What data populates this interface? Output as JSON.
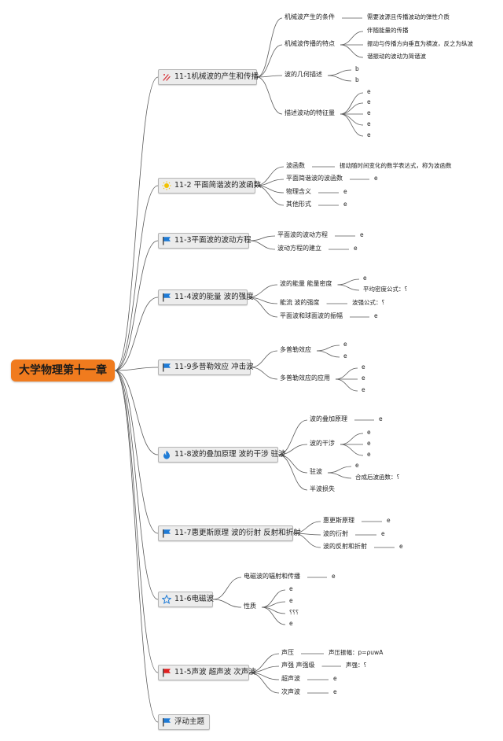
{
  "root": {
    "label": "大学物理第十一章"
  },
  "topics": [
    {
      "id": "t1",
      "label": "11-1机械波的产生和传播",
      "icon": "pencil-icon",
      "children": [
        {
          "id": "t1c1",
          "label": "机械波产生的条件",
          "leaves": [
            "需要波源且传播波动的弹性介质"
          ]
        },
        {
          "id": "t1c2",
          "label": "机械波传播的特点",
          "leaves": [
            "伴随能量的传播",
            "振动与传播方向垂直为横波，反之为纵波",
            "谐振动的波动为简谐波"
          ]
        },
        {
          "id": "t1c3",
          "label": "波的几何描述",
          "leaves": [
            "b",
            "b"
          ]
        },
        {
          "id": "t1c4",
          "label": "描述波动的特征量",
          "leaves": [
            "e",
            "e",
            "e",
            "e",
            "e"
          ]
        }
      ]
    },
    {
      "id": "t2",
      "label": "11-2 平面简谐波的波函数",
      "icon": "sun-icon",
      "children": [
        {
          "id": "t2c1",
          "label": "波函数",
          "leaves": [
            "振动随时间变化的数学表达式，称为波函数"
          ]
        },
        {
          "id": "t2c2",
          "label": "平面简谐波的波函数",
          "leaves": [
            "e"
          ]
        },
        {
          "id": "t2c3",
          "label": "物理含义",
          "leaves": [
            "e"
          ]
        },
        {
          "id": "t2c4",
          "label": "其他形式",
          "leaves": [
            "e"
          ]
        }
      ]
    },
    {
      "id": "t3",
      "label": "11-3平面波的波动方程",
      "icon": "flag-icon",
      "children": [
        {
          "id": "t3c1",
          "label": "平面波的波动方程",
          "leaves": [
            "e"
          ]
        },
        {
          "id": "t3c2",
          "label": "波动方程的建立",
          "leaves": [
            "e"
          ]
        }
      ]
    },
    {
      "id": "t4",
      "label": "11-4波的能量 波的强度",
      "icon": "flag-icon",
      "children": [
        {
          "id": "t4c1",
          "label": "波的能量 能量密度",
          "leaves": [
            "e",
            "平均密度公式：⸮"
          ]
        },
        {
          "id": "t4c2",
          "label": "能流 波的强度",
          "leaves": [
            "波强公式：⸮"
          ]
        },
        {
          "id": "t4c3",
          "label": "平面波和球面波的振幅",
          "leaves": [
            "e"
          ]
        }
      ]
    },
    {
      "id": "t5",
      "label": "11-9多普勒效应 冲击波",
      "icon": "flag-icon",
      "children": [
        {
          "id": "t5c1",
          "label": "多普勒效应",
          "leaves": [
            "e",
            "e"
          ]
        },
        {
          "id": "t5c2",
          "label": "多普勒效应的应用",
          "leaves": [
            "e",
            "e",
            "e"
          ]
        }
      ]
    },
    {
      "id": "t6",
      "label": "11-8波的叠加原理 波的干涉 驻波",
      "icon": "flame-icon",
      "children": [
        {
          "id": "t6c1",
          "label": "波的叠加原理",
          "leaves": [
            "e"
          ]
        },
        {
          "id": "t6c2",
          "label": "波的干涉",
          "leaves": [
            "e",
            "e",
            "e"
          ]
        },
        {
          "id": "t6c3",
          "label": "驻波",
          "leaves": [
            "e",
            "合成后波函数：⸮"
          ]
        },
        {
          "id": "t6c4",
          "label": "半波损失",
          "leaves": []
        }
      ]
    },
    {
      "id": "t7",
      "label": "11-7惠更斯原理 波的衍射 反射和折射",
      "icon": "flag-icon",
      "children": [
        {
          "id": "t7c1",
          "label": "惠更斯原理",
          "leaves": [
            "e"
          ]
        },
        {
          "id": "t7c2",
          "label": "波的衍射",
          "leaves": [
            "e"
          ]
        },
        {
          "id": "t7c3",
          "label": "波的反射和折射",
          "leaves": [
            "e"
          ]
        }
      ]
    },
    {
      "id": "t8",
      "label": "11-6电磁波",
      "icon": "star-icon",
      "children": [
        {
          "id": "t8c1",
          "label": "电磁波的辐射和传播",
          "leaves": [
            "e"
          ]
        },
        {
          "id": "t8c2",
          "label": "性质",
          "leaves": [
            "e",
            "e",
            "⸮⸮⸮",
            "e"
          ]
        }
      ]
    },
    {
      "id": "t9",
      "label": "11-5声波 超声波 次声波",
      "icon": "red-flag-icon",
      "children": [
        {
          "id": "t9c1",
          "label": "声压",
          "leaves": [
            "声压振幅：p=ρuwA"
          ]
        },
        {
          "id": "t9c2",
          "label": "声强 声强级",
          "leaves": [
            "声强：⸮"
          ]
        },
        {
          "id": "t9c3",
          "label": "超声波",
          "leaves": [
            "e"
          ]
        },
        {
          "id": "t9c4",
          "label": "次声波",
          "leaves": [
            "e"
          ]
        }
      ]
    },
    {
      "id": "t10",
      "label": "浮动主题",
      "icon": "flag-icon",
      "children": []
    }
  ],
  "colors": {
    "root": "#f07b1e",
    "topic_fill": "#ececec",
    "topic_border": "#b5b5b5",
    "flag_blue": "#1e7bd6",
    "flag_red": "#e02020",
    "sun": "#f2c200",
    "flame": "#1e7bd6",
    "star": "#1e7bd6",
    "pencil": "#d8353a",
    "line": "#5a5a5a"
  }
}
